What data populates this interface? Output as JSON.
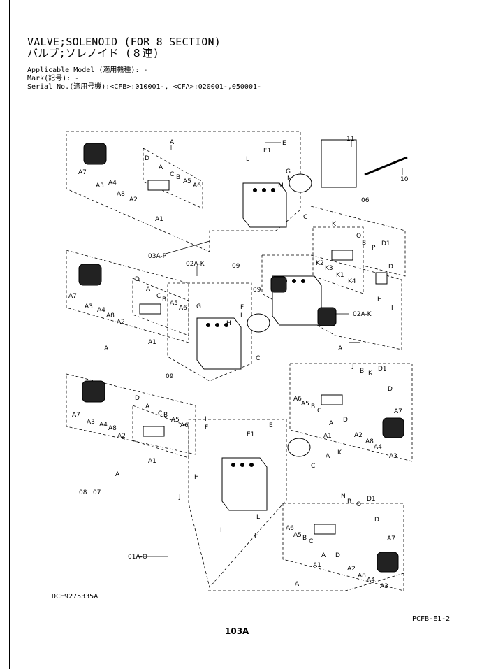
{
  "header": {
    "title_en": "VALVE;SOLENOID (FOR 8 SECTION)",
    "title_jp": "バルブ;ソレノイド (８連)",
    "applicable_model": "Applicable Model (適用機種): -",
    "mark": "Mark(記号): -",
    "serial": "Serial No.(適用号機):<CFB>:010001-, <CFA>:020001-,050001-"
  },
  "callouts": {
    "c11": "11",
    "c10": "10",
    "c06": "06",
    "c09": "09",
    "c08": "08",
    "c07": "07",
    "A": "A",
    "A1": "A1",
    "A2": "A2",
    "A3": "A3",
    "A4": "A4",
    "A5": "A5",
    "A6": "A6",
    "A7": "A7",
    "A8": "A8",
    "B": "B",
    "C": "C",
    "D": "D",
    "D1": "D1",
    "E": "E",
    "E1": "E1",
    "F": "F",
    "G": "G",
    "H": "H",
    "I": "I",
    "J": "J",
    "K": "K",
    "K1": "K1",
    "K2": "K2",
    "K3": "K3",
    "K4": "K4",
    "L": "L",
    "M": "M",
    "N": "N",
    "O": "O",
    "P": "P",
    "a03AP": "03A-P",
    "a02AK": "02A-K",
    "a01AO": "01A-O"
  },
  "footer": {
    "doc_id": "DCE9275335A",
    "page_ref": "PCFB-E1-2",
    "page_number": "103A"
  }
}
